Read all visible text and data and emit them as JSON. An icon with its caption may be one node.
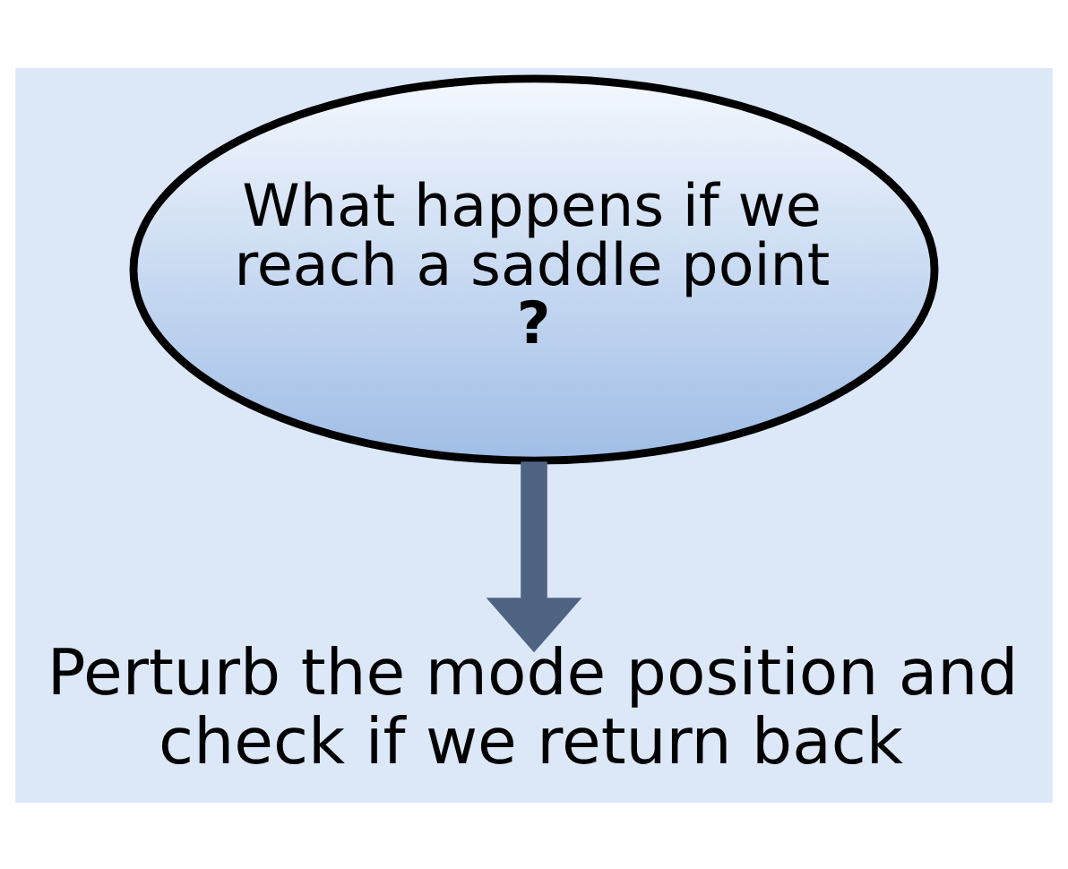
{
  "diagram": {
    "nodes": [
      {
        "text": [
          "What happens if we reach a saddle point",
          "?"
        ]
      },
      {
        "text": [
          "Perturb the mode position and check if we return back"
        ]
      }
    ],
    "edges": [
      {
        "from": 0,
        "to": 1,
        "arrow": "to"
      }
    ]
  }
}
